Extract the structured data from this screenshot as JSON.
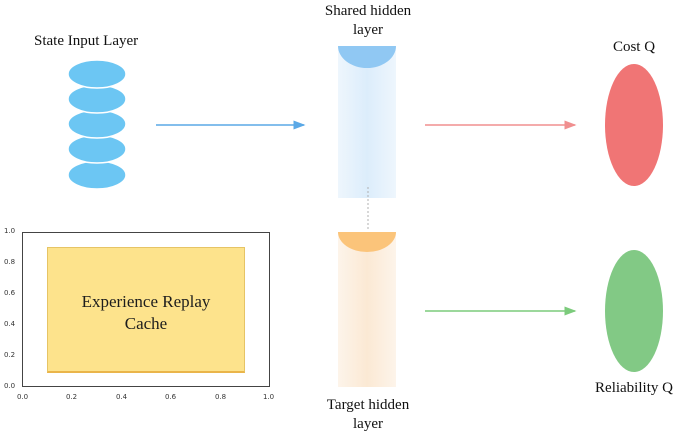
{
  "labels": {
    "state_input": "State Input Layer",
    "shared_hidden": "Shared hidden\nlayer",
    "target_hidden": "Target hidden\nlayer",
    "cost_q": "Cost Q",
    "reliability_q": "Reliability Q"
  },
  "cache": {
    "label": "Experience Replay\nCache"
  },
  "inset_axes": {
    "x_ticks": [
      "0.0",
      "0.2",
      "0.4",
      "0.6",
      "0.8",
      "1.0"
    ],
    "y_ticks": [
      "0.0",
      "0.2",
      "0.4",
      "0.6",
      "0.8",
      "1.0"
    ]
  },
  "colors": {
    "input_nodes": "#6cc6f3",
    "shared_cap": "#90c8f3",
    "target_cap": "#fbc47a",
    "cost_q": "#f07575",
    "reliability_q": "#82c985",
    "arrow_blue": "#5aa8e6",
    "arrow_red": "#f08f8f",
    "arrow_green": "#7ccb7c",
    "cache_fill": "#fde38c"
  }
}
